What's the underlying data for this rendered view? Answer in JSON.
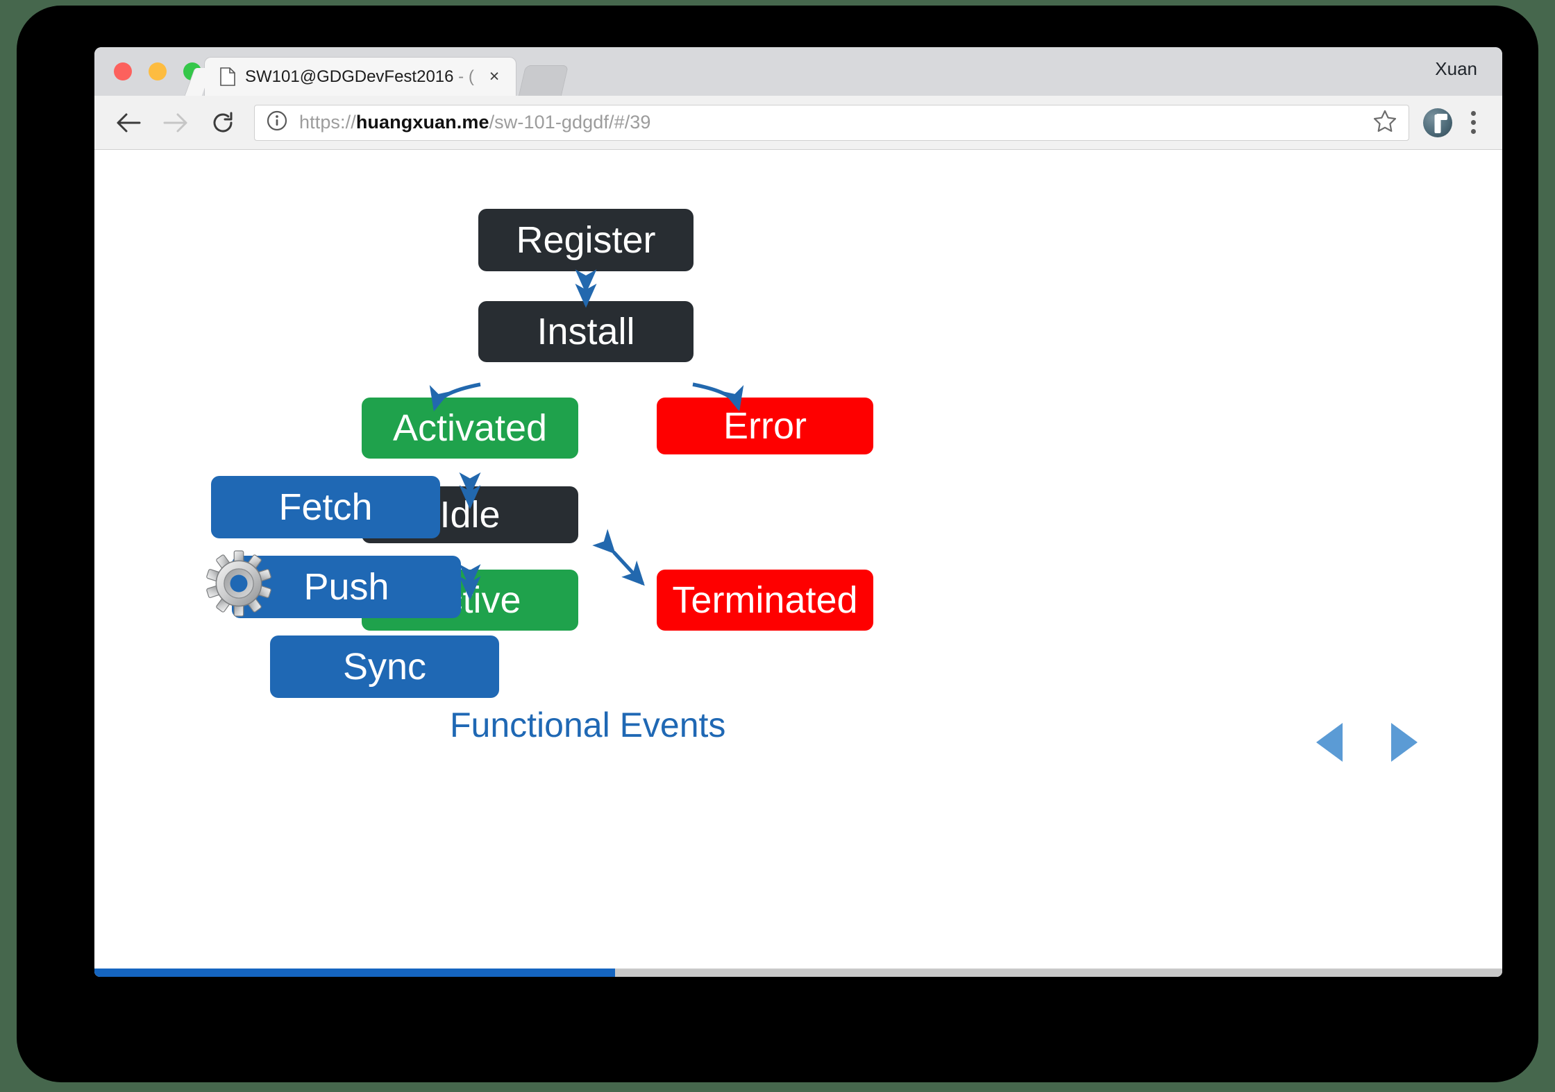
{
  "window": {
    "profile_name": "Xuan",
    "tab": {
      "title_main": "SW101@GDGDevFest2016",
      "title_dim": " - (",
      "close_label": "×",
      "favicon": "document-icon"
    },
    "toolbar": {
      "back_icon": "back-arrow-icon",
      "forward_icon": "forward-arrow-icon",
      "reload_icon": "reload-icon",
      "info_icon": "info-circle-icon",
      "star_icon": "bookmark-star-icon",
      "extension_icon": "extension-avatar-icon",
      "menu_icon": "three-dot-menu-icon",
      "url_scheme": "https://",
      "url_host": "huangxuan.me",
      "url_path": "/sw-101-gdgdf/#/39",
      "url_full": "https://huangxuan.me/sw-101-gdgdf/#/39"
    }
  },
  "slide": {
    "caption": "Functional Events",
    "caption_color": "#1f68b4",
    "progress_percent": 37,
    "progress_color": "#1565c0",
    "nav": {
      "prev_label": "previous-slide",
      "next_label": "next-slide",
      "arrow_color": "#5b9bd5"
    },
    "gear_icon": "gear-icon",
    "arrow_color": "#2268ae",
    "nodes": [
      {
        "id": "register",
        "label": "Register",
        "kind": "dark",
        "color": "#282d32"
      },
      {
        "id": "install",
        "label": "Install",
        "kind": "dark",
        "color": "#282d32"
      },
      {
        "id": "activated",
        "label": "Activated",
        "kind": "green",
        "color": "#1fa24c"
      },
      {
        "id": "error",
        "label": "Error",
        "kind": "red",
        "color": "#fe0000"
      },
      {
        "id": "idle",
        "label": "Idle",
        "kind": "dark",
        "color": "#282d32"
      },
      {
        "id": "active",
        "label": "Active",
        "kind": "green",
        "color": "#1fa24c"
      },
      {
        "id": "terminated",
        "label": "Terminated",
        "kind": "red",
        "color": "#fe0000"
      },
      {
        "id": "fetch",
        "label": "Fetch",
        "kind": "blue",
        "color": "#1f68b4"
      },
      {
        "id": "push",
        "label": "Push",
        "kind": "blue",
        "color": "#1f68b4"
      },
      {
        "id": "sync",
        "label": "Sync",
        "kind": "blue",
        "color": "#1f68b4"
      }
    ],
    "edges": [
      {
        "from": "register",
        "to": "install",
        "style": "double-vertical"
      },
      {
        "from": "install",
        "to": "activated",
        "style": "curved-down-left"
      },
      {
        "from": "install",
        "to": "error",
        "style": "curved-down-right"
      },
      {
        "from": "activated",
        "to": "idle",
        "style": "double-vertical"
      },
      {
        "from": "idle",
        "to": "active",
        "style": "double-vertical"
      },
      {
        "from": "idle",
        "to": "terminated",
        "style": "double-diagonal"
      }
    ]
  }
}
